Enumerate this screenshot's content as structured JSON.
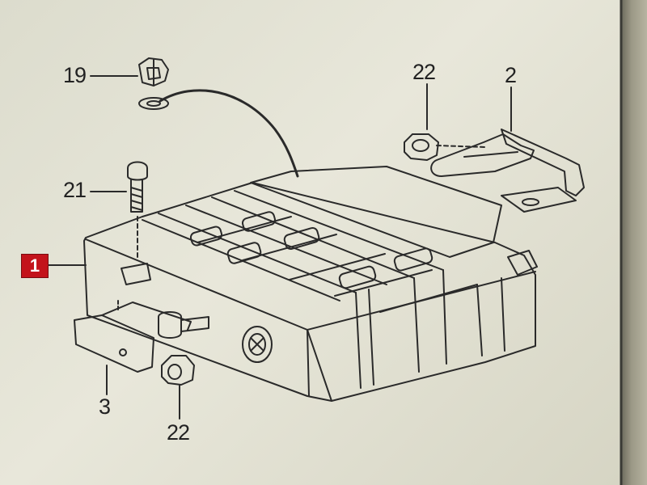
{
  "callouts": {
    "c19": "19",
    "c22_top": "22",
    "c2": "2",
    "c21": "21",
    "c1": "1",
    "c3": "3",
    "c22_bottom": "22"
  },
  "colors": {
    "paper": "#e4e3d5",
    "ink": "#2a2a2a",
    "badge": "#c3131b"
  }
}
